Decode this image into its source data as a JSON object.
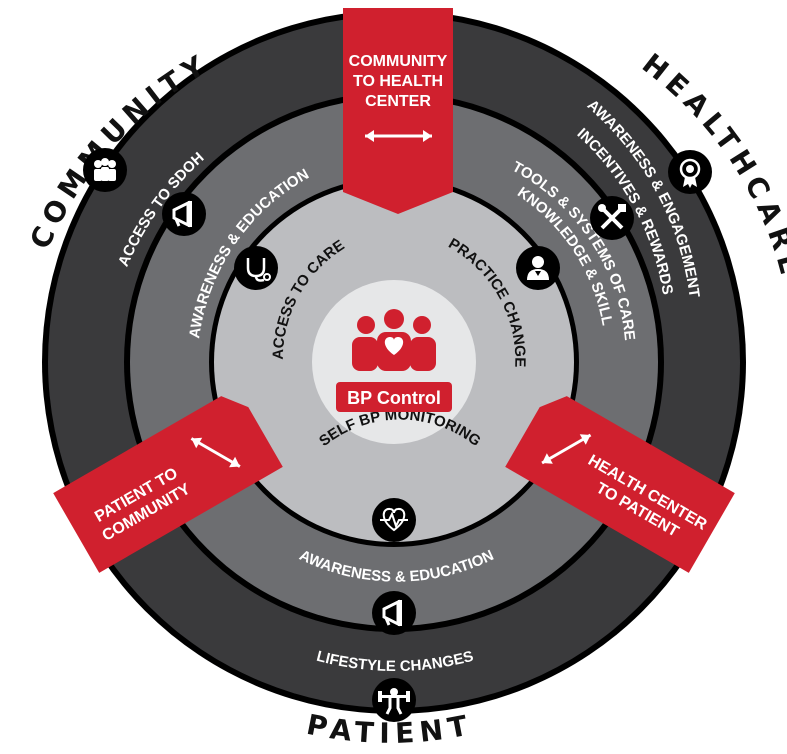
{
  "outer_labels": {
    "community": "COMMUNITY",
    "healthcare": "HEALTHCARE",
    "patient": "PATIENT"
  },
  "banners": {
    "top_line1": "COMMUNITY",
    "top_line2": "TO HEALTH",
    "top_line3": "CENTER",
    "left_line1": "PATIENT TO",
    "left_line2": "COMMUNITY",
    "right_line1": "HEALTH CENTER",
    "right_line2": "TO PATIENT"
  },
  "outer_ring": {
    "access_sdoh": "ACCESS TO SDOH",
    "awareness_engagement": "AWARENESS & ENGAGEMENT",
    "incentives_rewards": "INCENTIVES & REWARDS",
    "lifestyle_changes": "LIFESTYLE CHANGES"
  },
  "middle_ring": {
    "awareness_education_left": "AWARENESS & EDUCATION",
    "tools_systems": "TOOLS & SYSTEMS OF CARE",
    "knowledge_skill": "KNOWLEDGE & SKILL",
    "awareness_education_bottom": "AWARENESS & EDUCATION"
  },
  "inner_ring": {
    "access_to_care": "ACCESS TO CARE",
    "practice_change": "PRACTICE CHANGE",
    "self_bp_monitoring": "SELF BP MONITORING"
  },
  "center": {
    "label": "BP Control"
  },
  "colors": {
    "outer_ring": "#3a3a3c",
    "middle_ring": "#6d6e71",
    "inner_ring": "#bcbdc0",
    "center": "#e6e7e8",
    "accent_red": "#d0202e",
    "rim": "#000000"
  },
  "icons": [
    "community-group-icon",
    "megaphone-icon",
    "stethoscope-icon",
    "award-ribbon-icon",
    "tools-icon",
    "doctor-icon",
    "heartbeat-icon",
    "megaphone-icon",
    "weightlifter-icon"
  ]
}
